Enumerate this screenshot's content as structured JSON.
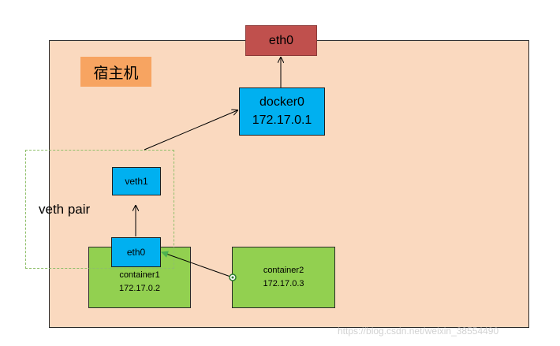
{
  "host": {
    "label": "宿主机"
  },
  "nodes": {
    "eth0_host": {
      "label": "eth0"
    },
    "docker0": {
      "name": "docker0",
      "ip": "172.17.0.1"
    },
    "veth1": {
      "label": "veth1"
    },
    "eth0_container": {
      "label": "eth0"
    },
    "container1": {
      "name": "container1",
      "ip": "172.17.0.2"
    },
    "container2": {
      "name": "container2",
      "ip": "172.17.0.3"
    }
  },
  "groups": {
    "veth_pair": {
      "label": "veth pair"
    }
  },
  "edges": [
    {
      "from": "docker0",
      "to": "eth0_host"
    },
    {
      "from": "veth1",
      "to": "docker0"
    },
    {
      "from": "eth0_container",
      "to": "veth1"
    },
    {
      "from": "container2",
      "to": "eth0_container"
    }
  ],
  "colors": {
    "host_bg": "#fad9bf",
    "host_label_bg": "#f7a461",
    "eth0_host_bg": "#c0504d",
    "interface_bg": "#00b0f0",
    "container_bg": "#92d050",
    "pair_border": "#8fbf6a",
    "connector_dot": "#4caf50"
  },
  "watermark": "https://blog.csdn.net/weixin_38554490"
}
